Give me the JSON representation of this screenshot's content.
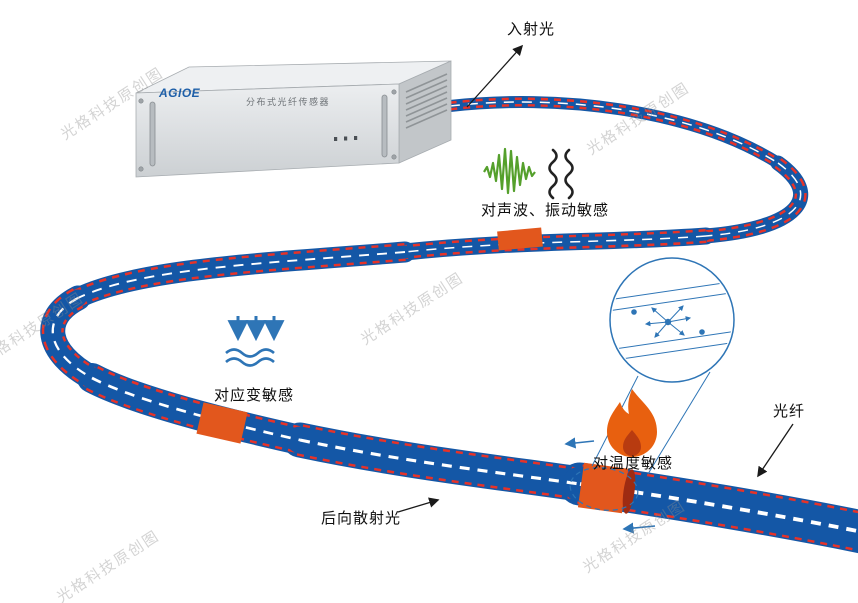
{
  "device": {
    "brand": "AGIOE",
    "panel_label": "分布式光纤传感器"
  },
  "annotations": {
    "incident_light": "入射光",
    "acoustic_sense": "对声波、振动敏感",
    "strain_sense": "对应变敏感",
    "temp_sense": "对温度敏感",
    "fiber": "光纤",
    "backscatter": "后向散射光"
  },
  "watermark": {
    "text": "光格科技原创图"
  },
  "colors": {
    "cable_blue": "#1457a6",
    "cable_red_dash": "#e63329",
    "cable_center_dash": "#ffffff",
    "sensor_band_orange": "#e2571d",
    "band_end_dark": "#9e2b12",
    "accent_blue": "#2e75b6",
    "wave_green": "#55a02c",
    "vibration_black": "#222222",
    "flame_orange": "#e8600f",
    "flame_inner": "#b83b10",
    "arrow_black": "#1a1a1a"
  }
}
